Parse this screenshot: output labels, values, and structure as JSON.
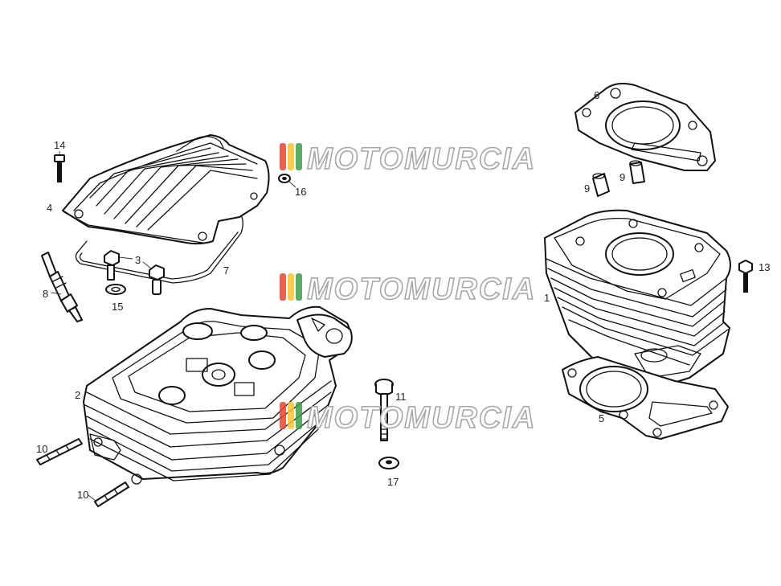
{
  "watermark": {
    "text": "MOTOMURCIA",
    "stripe_colors": [
      "#e0463a",
      "#f3c43a",
      "#3f9b4a"
    ]
  },
  "callouts": {
    "n1": "1",
    "n2": "2",
    "n3": "3",
    "n4": "4",
    "n5": "5",
    "n6": "6",
    "n7": "7",
    "n8": "8",
    "n9a": "9",
    "n9b": "9",
    "n10a": "10",
    "n10b": "10",
    "n11": "11",
    "n13": "13",
    "n14": "14",
    "n15": "15",
    "n16": "16",
    "n17": "17"
  }
}
